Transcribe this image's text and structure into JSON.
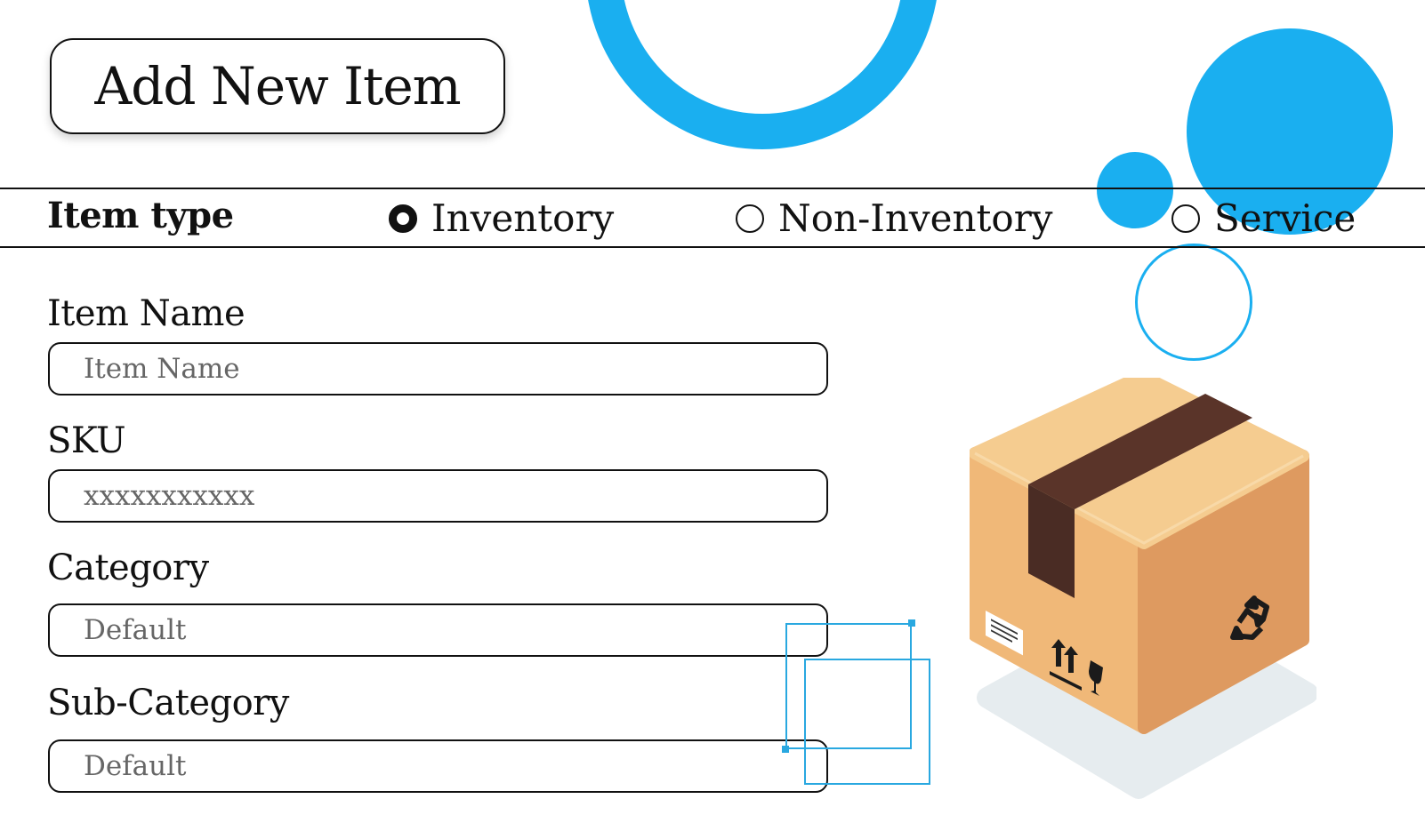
{
  "page": {
    "title": "Add New Item"
  },
  "item_type": {
    "label": "Item type",
    "options": [
      {
        "label": "Inventory",
        "selected": true
      },
      {
        "label": "Non-Inventory",
        "selected": false
      },
      {
        "label": "Service",
        "selected": false
      }
    ]
  },
  "fields": {
    "item_name": {
      "label": "Item Name",
      "placeholder": "Item Name",
      "value": ""
    },
    "sku": {
      "label": "SKU",
      "placeholder": "xxxxxxxxxxx",
      "value": ""
    },
    "category": {
      "label": "Category",
      "value": "Default"
    },
    "sub_category": {
      "label": "Sub-Category",
      "value": "Default"
    }
  },
  "icons": [
    "radio-selected-icon",
    "radio-unselected-icon",
    "cardboard-box-icon",
    "recycle-icon",
    "this-side-up-icon",
    "fragile-icon"
  ],
  "colors": {
    "accent": "#1aaff0",
    "box_top": "#f5cc90",
    "box_left": "#f0b878",
    "box_right": "#de9a60",
    "tape": "#5a3429",
    "shadow": "#e6ecef"
  }
}
